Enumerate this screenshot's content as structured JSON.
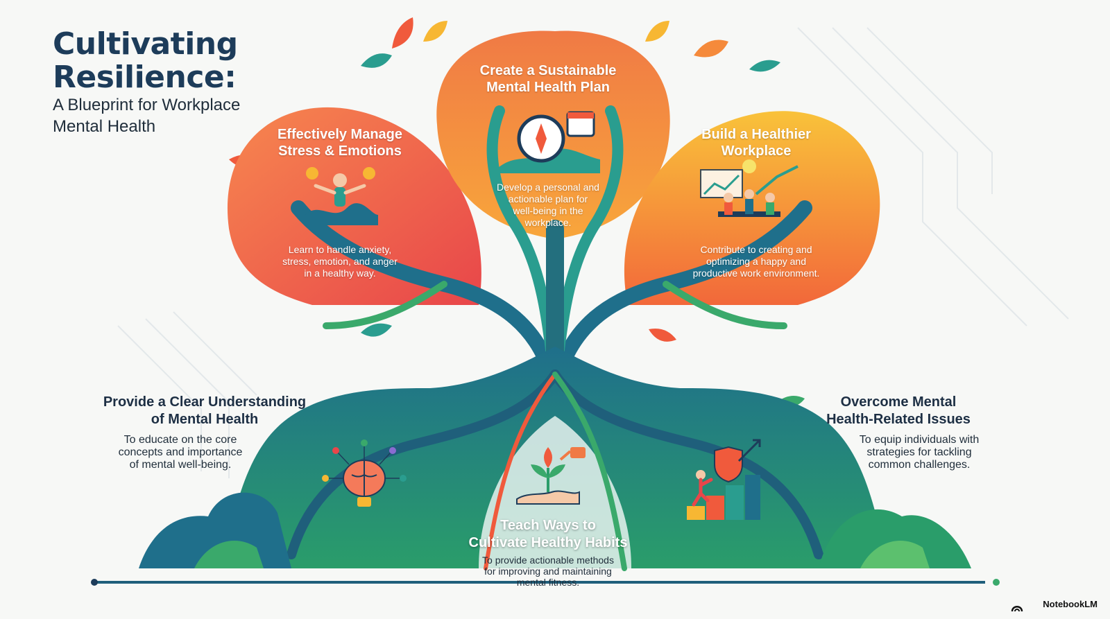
{
  "infographic": {
    "title_line1": "Cultivating",
    "title_line2": "Resilience:",
    "subtitle_line1": "A Blueprint for Workplace",
    "subtitle_line2": "Mental Health"
  },
  "leaves": [
    {
      "heading_l1": "Effectively Manage",
      "heading_l2": "Stress & Emotions",
      "desc_l1": "Learn to handle anxiety,",
      "desc_l2": "stress, emotion, and anger",
      "desc_l3": "in a healthy way.",
      "icon": "person-meditating-wave-icon"
    },
    {
      "heading_l1": "Create a Sustainable",
      "heading_l2": "Mental Health Plan",
      "desc_l1": "Develop a personal and",
      "desc_l2": "actionable plan for",
      "desc_l3": "well-being in the",
      "desc_l4": "workplace.",
      "icon": "compass-calendar-icon"
    },
    {
      "heading_l1": "Build a Healthier",
      "heading_l2": "Workplace",
      "desc_l1": "Contribute to creating and",
      "desc_l2": "optimizing a happy and",
      "desc_l3": "productive work environment.",
      "icon": "team-collaboration-icon"
    }
  ],
  "roots": [
    {
      "heading_l1": "Provide a Clear Understanding",
      "heading_l2": "of Mental Health",
      "desc_l1": "To educate on the core",
      "desc_l2": "concepts and importance",
      "desc_l3": "of mental well-being.",
      "icon": "brain-lightbulb-icon"
    },
    {
      "heading_l1": "Teach Ways to",
      "heading_l2": "Cultivate Healthy Habits",
      "desc_l1": "To provide actionable methods",
      "desc_l2": "for improving and maintaining",
      "desc_l3": "mental fitness.",
      "icon": "sprout-watering-can-icon"
    },
    {
      "heading_l1": "Overcome Mental",
      "heading_l2": "Health-Related Issues",
      "desc_l1": "To equip individuals with",
      "desc_l2": "strategies for tackling",
      "desc_l3": "common challenges.",
      "icon": "climbing-steps-shield-icon"
    }
  ],
  "footer": {
    "brand": "NotebookLM",
    "icon": "notebooklm-logo-icon"
  },
  "colors": {
    "teal": "#1f6f8b",
    "green": "#3aa96b",
    "orange": "#f0643c",
    "yellow": "#f7b733",
    "navy": "#1d3c5a"
  }
}
